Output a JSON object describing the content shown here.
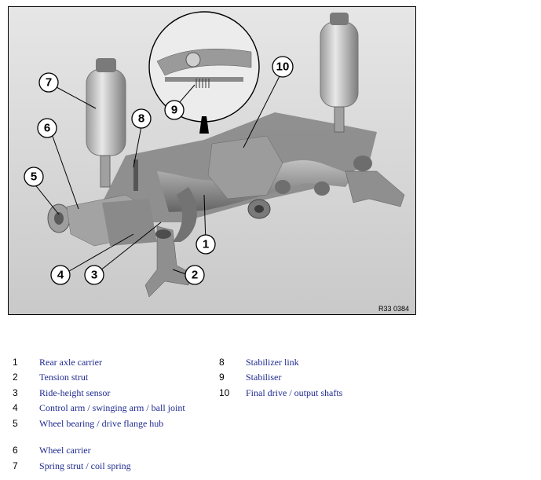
{
  "figure": {
    "id_label": "R33 0384",
    "callouts": [
      "1",
      "2",
      "3",
      "4",
      "5",
      "6",
      "7",
      "8",
      "9",
      "10"
    ]
  },
  "legend": {
    "left": [
      {
        "num": "1",
        "label": "Rear axle carrier"
      },
      {
        "num": "2",
        "label": "Tension strut"
      },
      {
        "num": "3",
        "label": "Ride-height sensor"
      },
      {
        "num": "4",
        "label": "Control arm / swinging arm / ball joint"
      },
      {
        "num": "5",
        "label": "Wheel bearing / drive flange hub"
      },
      {
        "num": "6",
        "label": "Wheel carrier"
      },
      {
        "num": "7",
        "label": "Spring strut / coil spring"
      }
    ],
    "right": [
      {
        "num": "8",
        "label": "Stabilizer link"
      },
      {
        "num": "9",
        "label": "Stabiliser"
      },
      {
        "num": "10",
        "label": "Final drive / output shafts"
      }
    ]
  },
  "colors": {
    "label_blue": "#1f2a8f",
    "frame": "#000000",
    "background_gray": "#d9d9d9"
  }
}
